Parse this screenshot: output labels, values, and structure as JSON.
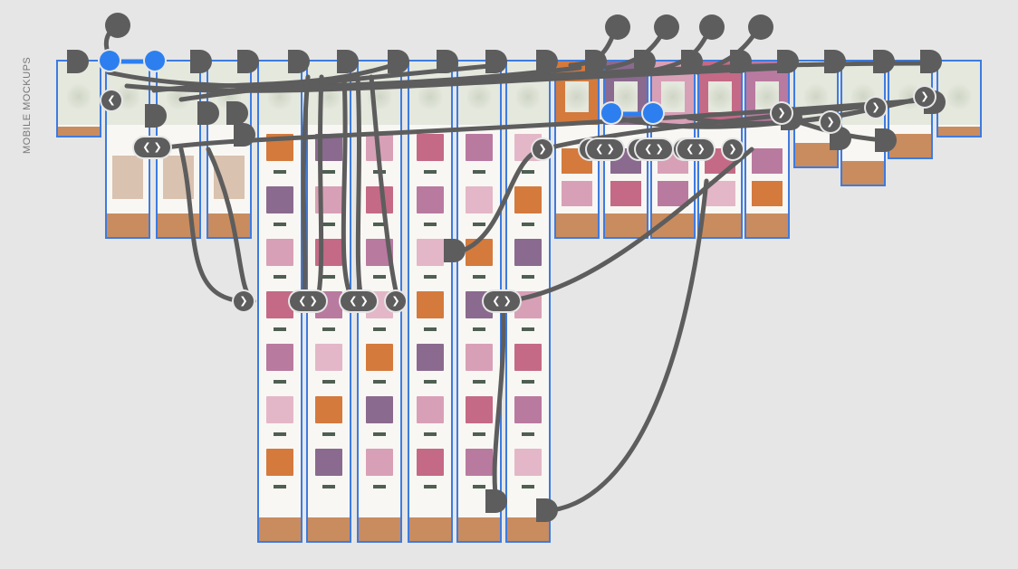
{
  "canvas": {
    "section_label": "MOBILE MOCKUPS",
    "frame_dots": "•••",
    "handle_next_glyph": "❯",
    "handle_prev_glyph": "❮",
    "colors": {
      "background": "#e6e6e6",
      "frame_border": "#3d7be0",
      "wire": "#5d5d5d",
      "active_wire": "#2d7ff0",
      "header_sage": "#e4e8dd",
      "footer_tan": "#c98c5f",
      "button_green": "#4f5f52"
    }
  },
  "frames": [
    {
      "type": "home"
    },
    {
      "type": "menu-short"
    },
    {
      "type": "menu-short"
    },
    {
      "type": "menu-short"
    },
    {
      "type": "catalog"
    },
    {
      "type": "catalog"
    },
    {
      "type": "catalog"
    },
    {
      "type": "catalog"
    },
    {
      "type": "catalog"
    },
    {
      "type": "catalog"
    },
    {
      "type": "gallery"
    },
    {
      "type": "gallery"
    },
    {
      "type": "gallery"
    },
    {
      "type": "gallery"
    },
    {
      "type": "gallery"
    },
    {
      "type": "cart"
    },
    {
      "type": "checkout"
    },
    {
      "type": "checkout"
    },
    {
      "type": "confirmation"
    }
  ]
}
